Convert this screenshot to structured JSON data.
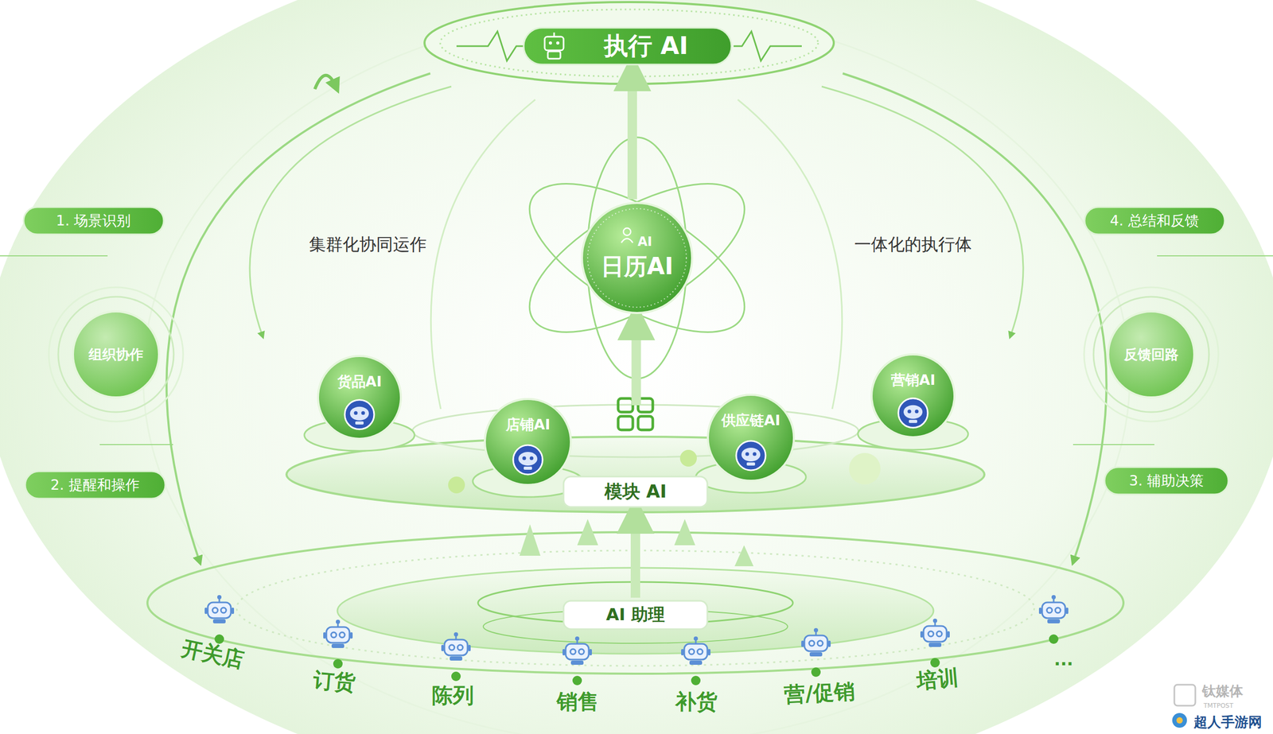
{
  "diagram": {
    "nodes": [
      {
        "text": [
          "执行 AI"
        ]
      },
      {
        "text": [
          "AI",
          "日历AI"
        ]
      },
      {
        "text": [
          "货品AI"
        ]
      },
      {
        "text": [
          "店铺AI"
        ]
      },
      {
        "text": [
          "供应链AI"
        ]
      },
      {
        "text": [
          "营销AI"
        ]
      },
      {
        "text": [
          "模块 AI"
        ]
      },
      {
        "text": [
          "AI 助理"
        ]
      },
      {
        "text": [
          "组织协作"
        ]
      },
      {
        "text": [
          "反馈回路"
        ]
      },
      {
        "text": [
          "1. 场景识别"
        ]
      },
      {
        "text": [
          "2. 提醒和操作"
        ]
      },
      {
        "text": [
          "3. 辅助决策"
        ]
      },
      {
        "text": [
          "4. 总结和反馈"
        ]
      }
    ],
    "edges": [
      {
        "from": 7,
        "to": 6,
        "arrow": "to"
      },
      {
        "from": 6,
        "to": 1,
        "arrow": "to"
      },
      {
        "from": 1,
        "to": 0,
        "arrow": "to"
      }
    ],
    "labels": [
      "集群化协同运作",
      "一体化的执行体",
      "开关店",
      "订货",
      "陈列",
      "销售",
      "补货",
      "营/促销",
      "培训",
      "...",
      "钛媒体",
      "TMTPOST",
      "超人手游网"
    ]
  }
}
